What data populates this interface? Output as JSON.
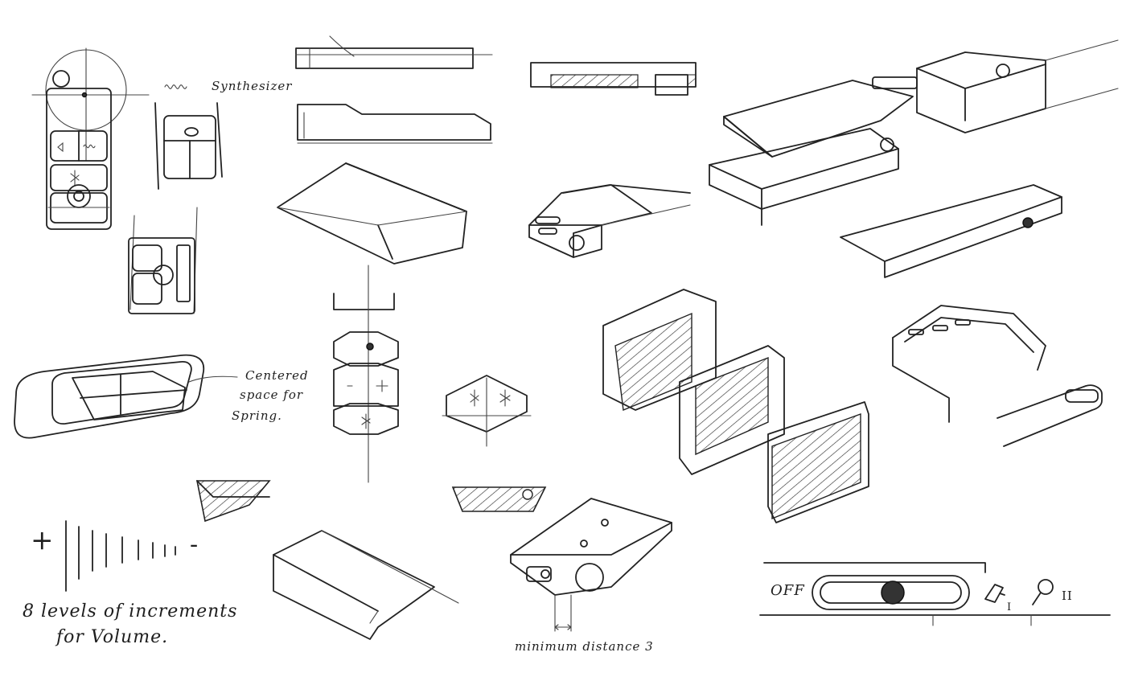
{
  "annotations": {
    "synthesizer": "Synthesizer",
    "centered_space_line1": "Centered",
    "centered_space_line2": "space for",
    "centered_space_line3": "Spring.",
    "volume_line1": "8 levels of increments",
    "volume_line2": "for Volume.",
    "minimum_distance": "minimum distance 3",
    "switch_off_label": "OFF",
    "volume_plus": "+",
    "volume_minus": "-",
    "mic_mode_one": "I",
    "mic_mode_two": "II"
  },
  "sketch_colors": {
    "ink": "#222222",
    "paper": "#ffffff",
    "hatch": "#333333"
  }
}
